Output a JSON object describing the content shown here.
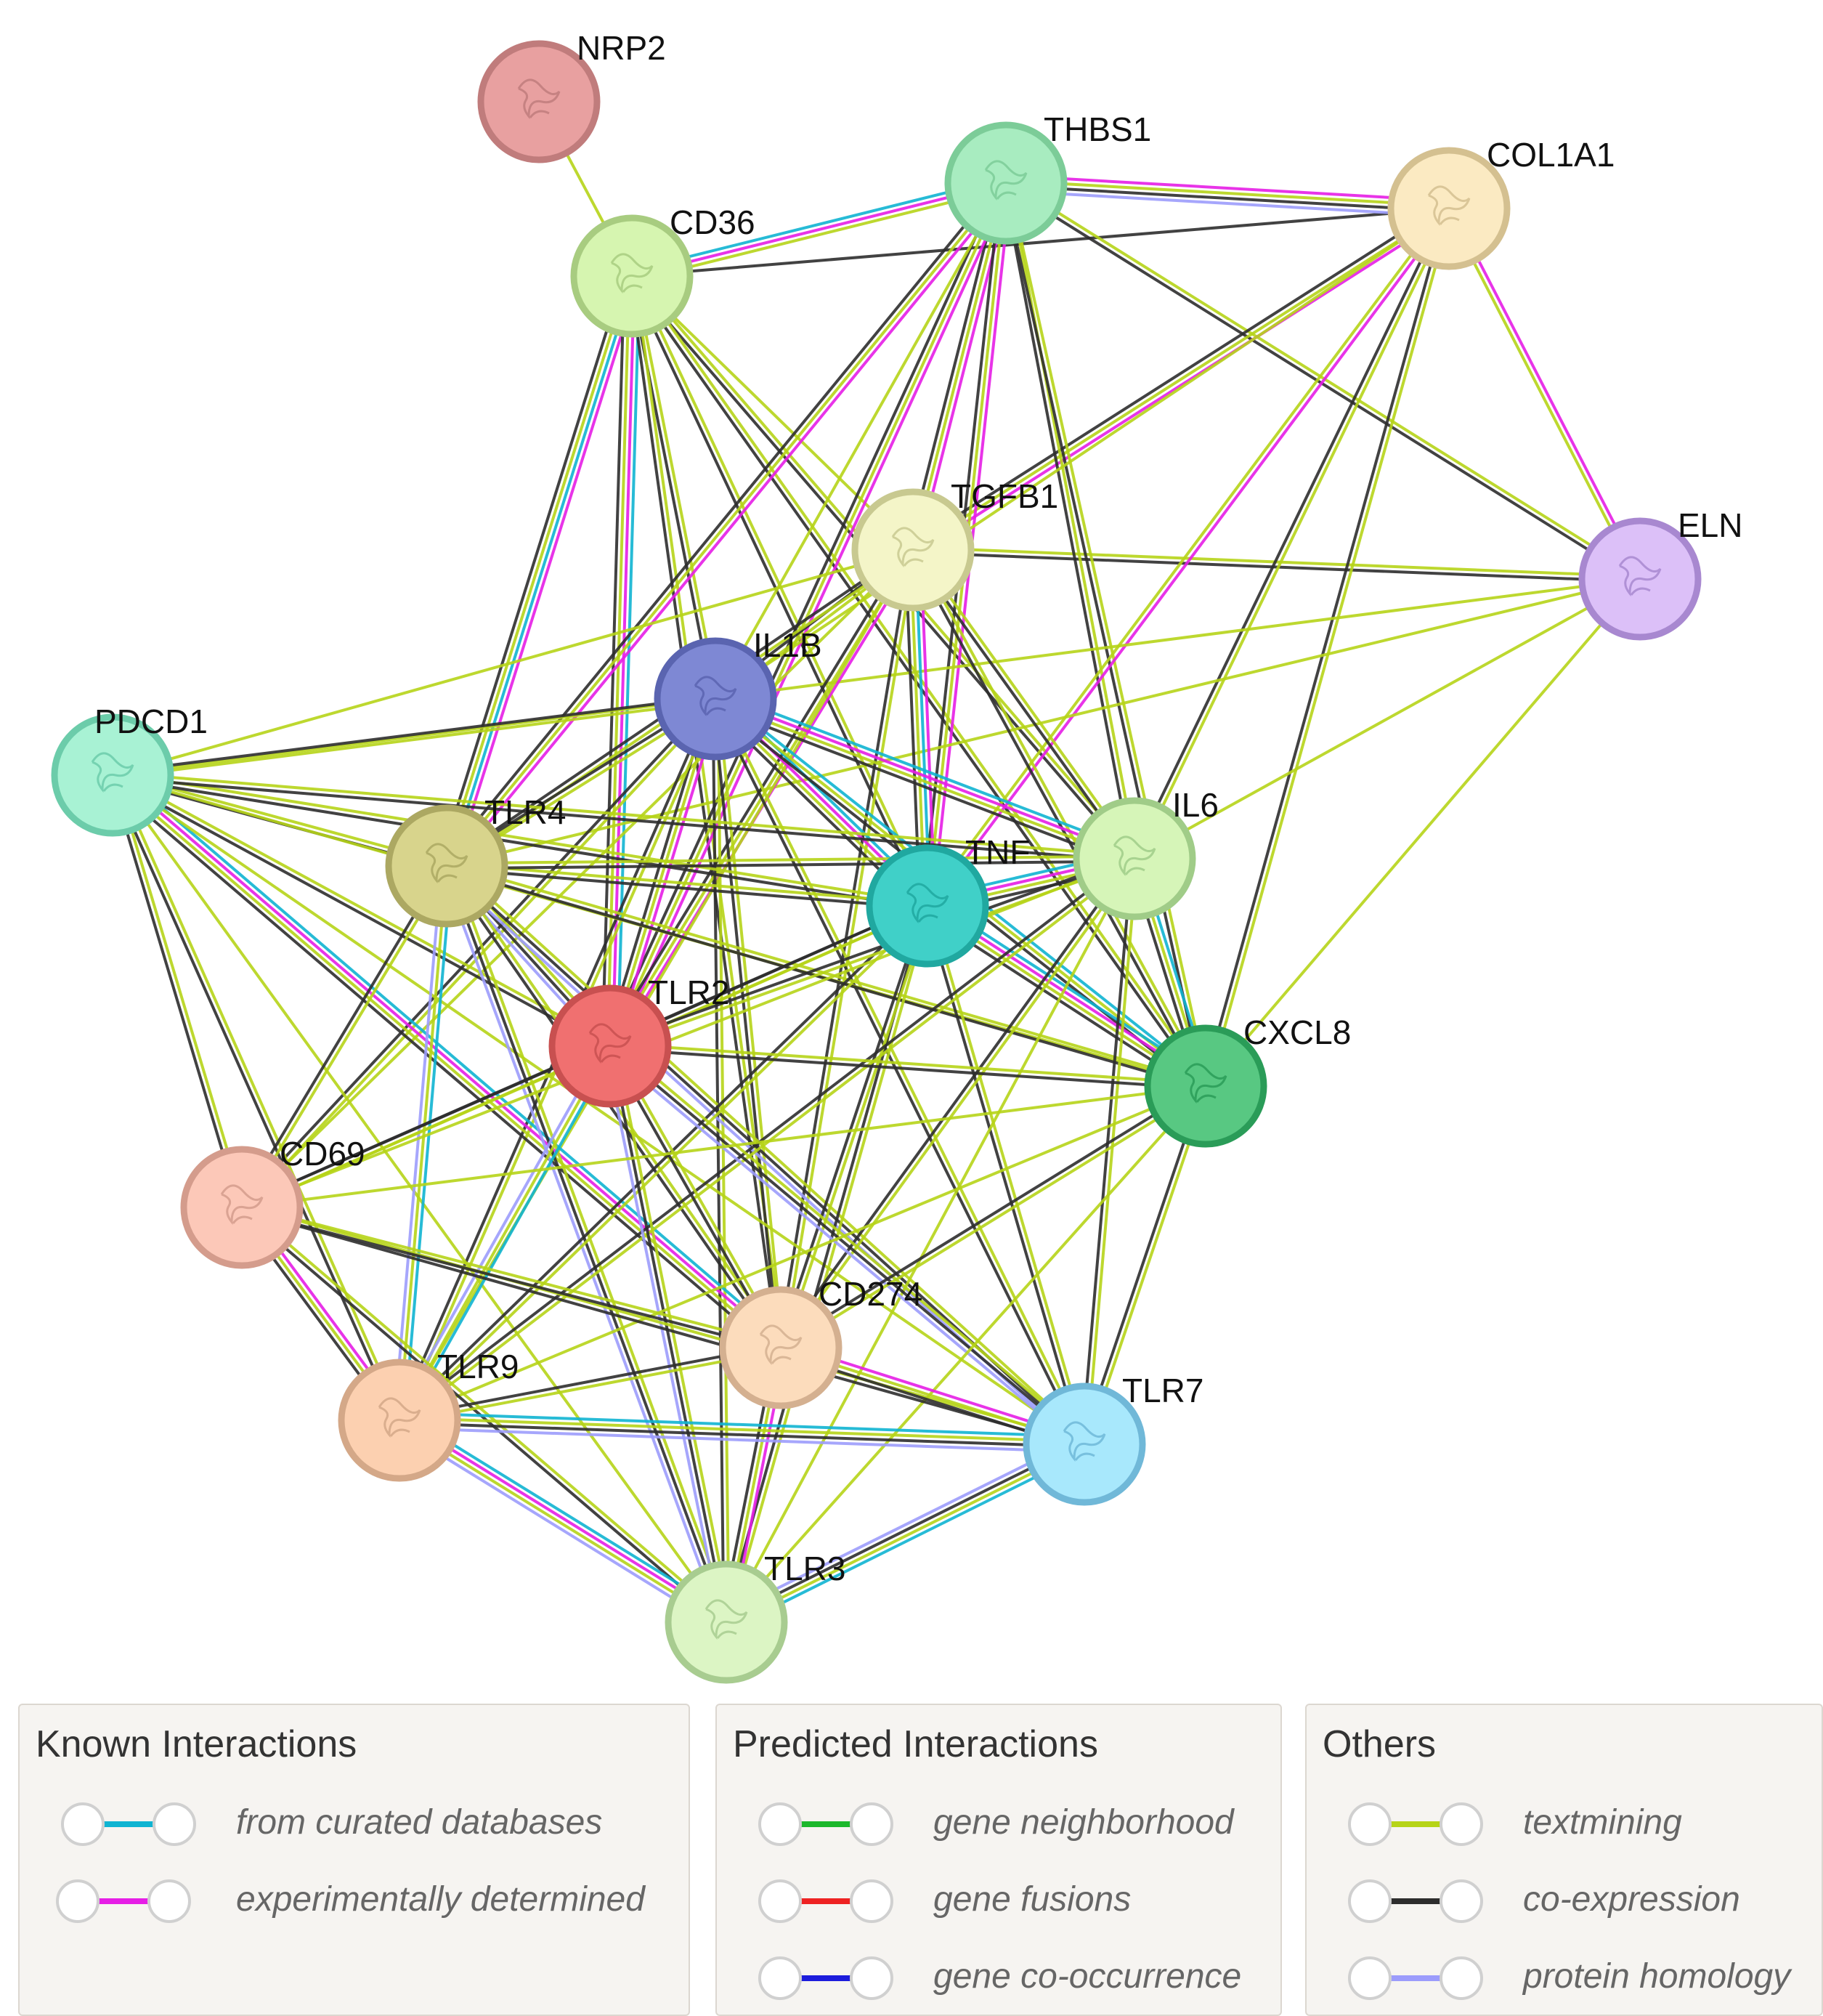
{
  "network": {
    "nodes": [
      {
        "id": "NRP2",
        "label": "NRP2",
        "fill": "#e8a0a0",
        "stroke": "#c07c7c"
      },
      {
        "id": "CD36",
        "label": "CD36",
        "fill": "#d6f5b0",
        "stroke": "#a8cc80"
      },
      {
        "id": "THBS1",
        "label": "THBS1",
        "fill": "#a8ecc0",
        "stroke": "#7ccc98"
      },
      {
        "id": "COL1A1",
        "label": "COL1A1",
        "fill": "#fbeac2",
        "stroke": "#d4c090"
      },
      {
        "id": "TGFB1",
        "label": "TGFB1",
        "fill": "#f4f5c8",
        "stroke": "#c8c990"
      },
      {
        "id": "ELN",
        "label": "ELN",
        "fill": "#dcc0f8",
        "stroke": "#a888d0"
      },
      {
        "id": "IL1B",
        "label": "IL1B",
        "fill": "#7e88d4",
        "stroke": "#5a64b0"
      },
      {
        "id": "PDCD1",
        "label": "PDCD1",
        "fill": "#a8f2d4",
        "stroke": "#6cccaa"
      },
      {
        "id": "TLR4",
        "label": "TLR4",
        "fill": "#d8d48c",
        "stroke": "#aca862"
      },
      {
        "id": "TNF",
        "label": "TNF",
        "fill": "#40d0c8",
        "stroke": "#20a8a0"
      },
      {
        "id": "IL6",
        "label": "IL6",
        "fill": "#d6f5b8",
        "stroke": "#a0cc88"
      },
      {
        "id": "TLR2",
        "label": "TLR2",
        "fill": "#f07070",
        "stroke": "#c85050"
      },
      {
        "id": "CXCL8",
        "label": "CXCL8",
        "fill": "#58c882",
        "stroke": "#2a9c58"
      },
      {
        "id": "CD69",
        "label": "CD69",
        "fill": "#fcc8b8",
        "stroke": "#d49c8c"
      },
      {
        "id": "CD274",
        "label": "CD274",
        "fill": "#fcdcbc",
        "stroke": "#d4b090"
      },
      {
        "id": "TLR9",
        "label": "TLR9",
        "fill": "#fcd0b0",
        "stroke": "#d4a888"
      },
      {
        "id": "TLR7",
        "label": "TLR7",
        "fill": "#a8e8fc",
        "stroke": "#70b8d8"
      },
      {
        "id": "TLR3",
        "label": "TLR3",
        "fill": "#dcf5c4",
        "stroke": "#a8cc90"
      }
    ],
    "edges": [
      {
        "a": "NRP2",
        "b": "CD36",
        "types": [
          "textmining"
        ]
      },
      {
        "a": "CD36",
        "b": "THBS1",
        "types": [
          "curated",
          "experimental",
          "textmining"
        ]
      },
      {
        "a": "CD36",
        "b": "COL1A1",
        "types": [
          "coexpression"
        ]
      },
      {
        "a": "THBS1",
        "b": "COL1A1",
        "types": [
          "experimental",
          "textmining",
          "coexpression",
          "homology"
        ]
      },
      {
        "a": "THBS1",
        "b": "ELN",
        "types": [
          "textmining",
          "coexpression"
        ]
      },
      {
        "a": "COL1A1",
        "b": "ELN",
        "types": [
          "experimental",
          "textmining"
        ]
      },
      {
        "a": "THBS1",
        "b": "TGFB1",
        "types": [
          "experimental",
          "textmining",
          "coexpression"
        ]
      },
      {
        "a": "COL1A1",
        "b": "TGFB1",
        "types": [
          "experimental",
          "textmining",
          "coexpression"
        ]
      },
      {
        "a": "TGFB1",
        "b": "ELN",
        "types": [
          "textmining",
          "coexpression"
        ]
      },
      {
        "a": "CD36",
        "b": "TLR4",
        "types": [
          "experimental",
          "curated",
          "textmining",
          "coexpression"
        ]
      },
      {
        "a": "CD36",
        "b": "TLR2",
        "types": [
          "curated",
          "experimental",
          "textmining",
          "coexpression"
        ]
      },
      {
        "a": "CD36",
        "b": "IL1B",
        "types": [
          "textmining",
          "coexpression"
        ]
      },
      {
        "a": "CD36",
        "b": "TNF",
        "types": [
          "textmining",
          "coexpression"
        ]
      },
      {
        "a": "CD36",
        "b": "IL6",
        "types": [
          "textmining",
          "coexpression"
        ]
      },
      {
        "a": "CD36",
        "b": "CXCL8",
        "types": [
          "textmining",
          "coexpression"
        ]
      },
      {
        "a": "CD36",
        "b": "TGFB1",
        "types": [
          "textmining"
        ]
      },
      {
        "a": "CD36",
        "b": "CD274",
        "types": [
          "textmining",
          "coexpression"
        ]
      },
      {
        "a": "THBS1",
        "b": "TLR4",
        "types": [
          "experimental",
          "textmining",
          "coexpression"
        ]
      },
      {
        "a": "THBS1",
        "b": "TLR2",
        "types": [
          "experimental",
          "textmining",
          "coexpression"
        ]
      },
      {
        "a": "THBS1",
        "b": "IL6",
        "types": [
          "textmining",
          "coexpression"
        ]
      },
      {
        "a": "THBS1",
        "b": "TNF",
        "types": [
          "experimental",
          "textmining",
          "coexpression"
        ]
      },
      {
        "a": "THBS1",
        "b": "CXCL8",
        "types": [
          "textmining",
          "coexpression"
        ]
      },
      {
        "a": "THBS1",
        "b": "IL1B",
        "types": [
          "textmining"
        ]
      },
      {
        "a": "COL1A1",
        "b": "TNF",
        "types": [
          "experimental",
          "textmining"
        ]
      },
      {
        "a": "COL1A1",
        "b": "IL6",
        "types": [
          "textmining",
          "coexpression"
        ]
      },
      {
        "a": "COL1A1",
        "b": "CXCL8",
        "types": [
          "textmining",
          "coexpression"
        ]
      },
      {
        "a": "COL1A1",
        "b": "IL1B",
        "types": [
          "textmining"
        ]
      },
      {
        "a": "ELN",
        "b": "IL6",
        "types": [
          "textmining"
        ]
      },
      {
        "a": "ELN",
        "b": "CXCL8",
        "types": [
          "textmining"
        ]
      },
      {
        "a": "ELN",
        "b": "PDCD1",
        "types": [
          "textmining"
        ]
      },
      {
        "a": "ELN",
        "b": "TLR4",
        "types": [
          "textmining"
        ]
      },
      {
        "a": "TGFB1",
        "b": "IL1B",
        "types": [
          "textmining",
          "coexpression"
        ]
      },
      {
        "a": "TGFB1",
        "b": "TNF",
        "types": [
          "experimental",
          "curated",
          "textmining",
          "coexpression"
        ]
      },
      {
        "a": "TGFB1",
        "b": "IL6",
        "types": [
          "textmining",
          "coexpression"
        ]
      },
      {
        "a": "TGFB1",
        "b": "CXCL8",
        "types": [
          "textmining",
          "coexpression"
        ]
      },
      {
        "a": "TGFB1",
        "b": "TLR4",
        "types": [
          "textmining",
          "coexpression"
        ]
      },
      {
        "a": "TGFB1",
        "b": "TLR2",
        "types": [
          "experimental",
          "textmining",
          "coexpression"
        ]
      },
      {
        "a": "TGFB1",
        "b": "PDCD1",
        "types": [
          "textmining"
        ]
      },
      {
        "a": "TGFB1",
        "b": "CD274",
        "types": [
          "textmining",
          "coexpression"
        ]
      },
      {
        "a": "TGFB1",
        "b": "TLR9",
        "types": [
          "textmining"
        ]
      },
      {
        "a": "TGFB1",
        "b": "CD69",
        "types": [
          "textmining"
        ]
      },
      {
        "a": "IL1B",
        "b": "TNF",
        "types": [
          "curated",
          "experimental",
          "textmining",
          "coexpression"
        ]
      },
      {
        "a": "IL1B",
        "b": "IL6",
        "types": [
          "curated",
          "experimental",
          "textmining",
          "coexpression"
        ]
      },
      {
        "a": "IL1B",
        "b": "CXCL8",
        "types": [
          "curated",
          "textmining",
          "coexpression"
        ]
      },
      {
        "a": "IL1B",
        "b": "TLR4",
        "types": [
          "textmining",
          "coexpression"
        ]
      },
      {
        "a": "IL1B",
        "b": "TLR2",
        "types": [
          "experimental",
          "textmining",
          "coexpression"
        ]
      },
      {
        "a": "IL1B",
        "b": "PDCD1",
        "types": [
          "textmining",
          "coexpression"
        ]
      },
      {
        "a": "IL1B",
        "b": "CD69",
        "types": [
          "textmining",
          "coexpression"
        ]
      },
      {
        "a": "IL1B",
        "b": "TLR9",
        "types": [
          "textmining",
          "coexpression"
        ]
      },
      {
        "a": "IL1B",
        "b": "TLR3",
        "types": [
          "textmining",
          "coexpression"
        ]
      },
      {
        "a": "IL1B",
        "b": "TLR7",
        "types": [
          "textmining",
          "coexpression"
        ]
      },
      {
        "a": "IL1B",
        "b": "CD274",
        "types": [
          "textmining",
          "coexpression"
        ]
      },
      {
        "a": "PDCD1",
        "b": "TLR4",
        "types": [
          "textmining",
          "coexpression"
        ]
      },
      {
        "a": "PDCD1",
        "b": "TNF",
        "types": [
          "textmining",
          "coexpression"
        ]
      },
      {
        "a": "PDCD1",
        "b": "IL6",
        "types": [
          "textmining",
          "coexpression"
        ]
      },
      {
        "a": "PDCD1",
        "b": "CXCL8",
        "types": [
          "textmining"
        ]
      },
      {
        "a": "PDCD1",
        "b": "TLR2",
        "types": [
          "textmining",
          "coexpression"
        ]
      },
      {
        "a": "PDCD1",
        "b": "CD69",
        "types": [
          "textmining",
          "coexpression"
        ]
      },
      {
        "a": "PDCD1",
        "b": "TLR9",
        "types": [
          "textmining",
          "coexpression"
        ]
      },
      {
        "a": "PDCD1",
        "b": "CD274",
        "types": [
          "curated",
          "experimental",
          "textmining",
          "coexpression"
        ]
      },
      {
        "a": "PDCD1",
        "b": "TLR7",
        "types": [
          "textmining"
        ]
      },
      {
        "a": "PDCD1",
        "b": "TLR3",
        "types": [
          "textmining"
        ]
      },
      {
        "a": "TLR4",
        "b": "TNF",
        "types": [
          "textmining",
          "coexpression"
        ]
      },
      {
        "a": "TLR4",
        "b": "IL6",
        "types": [
          "textmining",
          "coexpression"
        ]
      },
      {
        "a": "TLR4",
        "b": "CXCL8",
        "types": [
          "textmining",
          "coexpression"
        ]
      },
      {
        "a": "TLR4",
        "b": "TLR2",
        "types": [
          "textmining",
          "coexpression",
          "homology"
        ]
      },
      {
        "a": "TLR4",
        "b": "CD69",
        "types": [
          "textmining",
          "coexpression"
        ]
      },
      {
        "a": "TLR4",
        "b": "TLR9",
        "types": [
          "curated",
          "textmining",
          "homology"
        ]
      },
      {
        "a": "TLR4",
        "b": "TLR7",
        "types": [
          "textmining",
          "coexpression",
          "homology"
        ]
      },
      {
        "a": "TLR4",
        "b": "TLR3",
        "types": [
          "textmining",
          "coexpression",
          "homology"
        ]
      },
      {
        "a": "TLR4",
        "b": "CD274",
        "types": [
          "textmining",
          "coexpression"
        ]
      },
      {
        "a": "TNF",
        "b": "IL6",
        "types": [
          "curated",
          "experimental",
          "textmining",
          "coexpression"
        ]
      },
      {
        "a": "TNF",
        "b": "CXCL8",
        "types": [
          "curated",
          "experimental",
          "textmining",
          "coexpression"
        ]
      },
      {
        "a": "TNF",
        "b": "TLR2",
        "types": [
          "textmining",
          "coexpression"
        ]
      },
      {
        "a": "TNF",
        "b": "CD69",
        "types": [
          "textmining",
          "coexpression"
        ]
      },
      {
        "a": "TNF",
        "b": "TLR9",
        "types": [
          "textmining",
          "coexpression"
        ]
      },
      {
        "a": "TNF",
        "b": "TLR7",
        "types": [
          "textmining",
          "coexpression"
        ]
      },
      {
        "a": "TNF",
        "b": "TLR3",
        "types": [
          "textmining",
          "coexpression"
        ]
      },
      {
        "a": "TNF",
        "b": "CD274",
        "types": [
          "textmining",
          "coexpression"
        ]
      },
      {
        "a": "IL6",
        "b": "CXCL8",
        "types": [
          "curated",
          "textmining",
          "coexpression"
        ]
      },
      {
        "a": "IL6",
        "b": "TLR2",
        "types": [
          "textmining",
          "coexpression"
        ]
      },
      {
        "a": "IL6",
        "b": "CD69",
        "types": [
          "textmining"
        ]
      },
      {
        "a": "IL6",
        "b": "TLR9",
        "types": [
          "textmining",
          "coexpression"
        ]
      },
      {
        "a": "IL6",
        "b": "TLR7",
        "types": [
          "textmining",
          "coexpression"
        ]
      },
      {
        "a": "IL6",
        "b": "TLR3",
        "types": [
          "textmining"
        ]
      },
      {
        "a": "IL6",
        "b": "CD274",
        "types": [
          "textmining",
          "coexpression"
        ]
      },
      {
        "a": "TLR2",
        "b": "CXCL8",
        "types": [
          "textmining",
          "coexpression"
        ]
      },
      {
        "a": "TLR2",
        "b": "CD69",
        "types": [
          "textmining",
          "coexpression"
        ]
      },
      {
        "a": "TLR2",
        "b": "TLR9",
        "types": [
          "curated",
          "textmining",
          "homology"
        ]
      },
      {
        "a": "TLR2",
        "b": "TLR7",
        "types": [
          "textmining",
          "coexpression",
          "homology"
        ]
      },
      {
        "a": "TLR2",
        "b": "TLR3",
        "types": [
          "textmining",
          "coexpression",
          "homology"
        ]
      },
      {
        "a": "TLR2",
        "b": "CD274",
        "types": [
          "textmining",
          "coexpression"
        ]
      },
      {
        "a": "CXCL8",
        "b": "CD69",
        "types": [
          "textmining"
        ]
      },
      {
        "a": "CXCL8",
        "b": "TLR9",
        "types": [
          "textmining"
        ]
      },
      {
        "a": "CXCL8",
        "b": "TLR7",
        "types": [
          "textmining",
          "coexpression"
        ]
      },
      {
        "a": "CXCL8",
        "b": "TLR3",
        "types": [
          "textmining"
        ]
      },
      {
        "a": "CXCL8",
        "b": "CD274",
        "types": [
          "textmining",
          "coexpression"
        ]
      },
      {
        "a": "CD69",
        "b": "TLR9",
        "types": [
          "experimental",
          "textmining",
          "coexpression"
        ]
      },
      {
        "a": "CD69",
        "b": "TLR7",
        "types": [
          "textmining",
          "coexpression"
        ]
      },
      {
        "a": "CD69",
        "b": "TLR3",
        "types": [
          "textmining",
          "coexpression"
        ]
      },
      {
        "a": "CD69",
        "b": "CD274",
        "types": [
          "textmining",
          "coexpression"
        ]
      },
      {
        "a": "CD274",
        "b": "TLR9",
        "types": [
          "textmining",
          "coexpression"
        ]
      },
      {
        "a": "CD274",
        "b": "TLR7",
        "types": [
          "experimental",
          "textmining",
          "coexpression"
        ]
      },
      {
        "a": "CD274",
        "b": "TLR3",
        "types": [
          "experimental",
          "textmining",
          "coexpression"
        ]
      },
      {
        "a": "TLR9",
        "b": "TLR7",
        "types": [
          "curated",
          "textmining",
          "coexpression",
          "homology"
        ]
      },
      {
        "a": "TLR9",
        "b": "TLR3",
        "types": [
          "curated",
          "experimental",
          "textmining",
          "homology"
        ]
      },
      {
        "a": "TLR7",
        "b": "TLR3",
        "types": [
          "curated",
          "textmining",
          "coexpression",
          "homology"
        ]
      }
    ]
  },
  "edge_colors": {
    "curated": "#0fb4d2",
    "experimental": "#e61ee6",
    "neighborhood": "#1cb82c",
    "fusion": "#ee2222",
    "cooccurrence": "#1c1cdc",
    "textmining": "#b6d418",
    "coexpression": "#2d2d2d",
    "homology": "#9c9cfc"
  },
  "legend": {
    "known": {
      "title": "Known Interactions",
      "items": [
        {
          "label": "from curated databases",
          "color": "#0fb4d2"
        },
        {
          "label": "experimentally determined",
          "color": "#e61ee6"
        }
      ]
    },
    "predicted": {
      "title": "Predicted Interactions",
      "items": [
        {
          "label": "gene neighborhood",
          "color": "#1cb82c"
        },
        {
          "label": "gene fusions",
          "color": "#ee2222"
        },
        {
          "label": "gene co-occurrence",
          "color": "#1c1cdc"
        }
      ]
    },
    "others": {
      "title": "Others",
      "items": [
        {
          "label": "textmining",
          "color": "#b6d418"
        },
        {
          "label": "co-expression",
          "color": "#2d2d2d"
        },
        {
          "label": "protein homology",
          "color": "#9c9cfc"
        }
      ]
    }
  }
}
